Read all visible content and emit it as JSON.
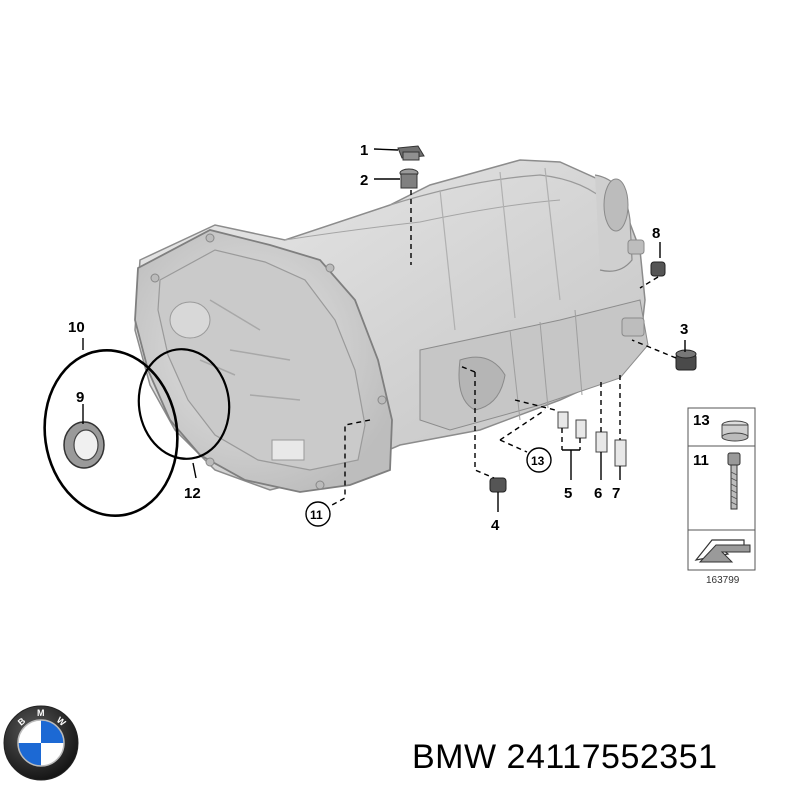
{
  "callouts": {
    "c1": "1",
    "c2": "2",
    "c3": "3",
    "c4": "4",
    "c5": "5",
    "c6": "6",
    "c7": "7",
    "c8": "8",
    "c9": "9",
    "c10": "10",
    "c11": "11",
    "c12": "12",
    "c13": "13"
  },
  "legend": {
    "item13": "13",
    "item11": "11",
    "ref": "163799"
  },
  "logo_text": "BMW",
  "caption": "BMW 24117552351",
  "colors": {
    "housing": "#d4d4d4",
    "housing_dark": "#a9a9a9",
    "ink": "#000000",
    "bmw_blue": "#1c69d4"
  }
}
